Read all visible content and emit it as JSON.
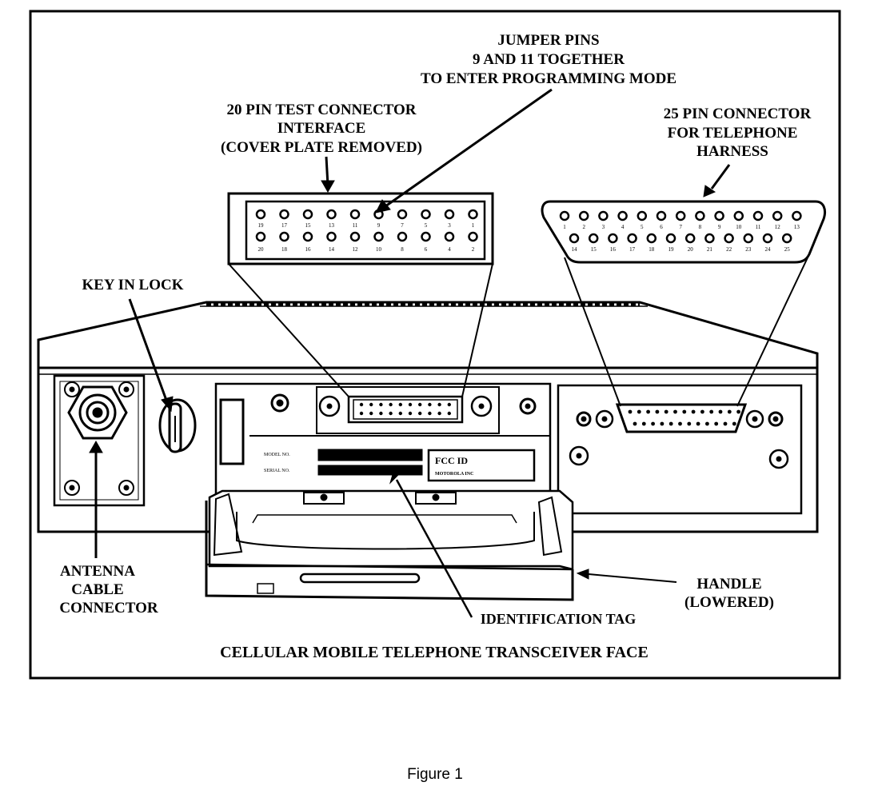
{
  "labels": {
    "jumper_line1": "JUMPER PINS",
    "jumper_line2": "9 AND 11 TOGETHER",
    "jumper_line3": "TO ENTER PROGRAMMING MODE",
    "test_conn_line1": "20 PIN TEST CONNECTOR",
    "test_conn_line2": "INTERFACE",
    "test_conn_line3": "(COVER PLATE REMOVED)",
    "pin25_line1": "25 PIN CONNECTOR",
    "pin25_line2": "FOR TELEPHONE",
    "pin25_line3": "HARNESS",
    "key_in_lock": "KEY IN LOCK",
    "antenna_line1": "ANTENNA",
    "antenna_line2": "CABLE",
    "antenna_line3": "CONNECTOR",
    "handle_line1": "HANDLE",
    "handle_line2": "(LOWERED)",
    "identification_tag": "IDENTIFICATION TAG",
    "diagram_title": "CELLULAR MOBILE TELEPHONE TRANSCEIVER FACE"
  },
  "id_plate": {
    "model_no": "MODEL NO.",
    "serial_no": "SERIAL NO.",
    "fcc_id": "FCC ID",
    "manufacturer": "MOTOROLA INC"
  },
  "pins20": {
    "top": [
      "19",
      "17",
      "15",
      "13",
      "11",
      "9",
      "7",
      "5",
      "3",
      "1"
    ],
    "bottom": [
      "20",
      "18",
      "16",
      "14",
      "12",
      "10",
      "8",
      "6",
      "4",
      "2"
    ]
  },
  "pins25": {
    "top": [
      "1",
      "2",
      "3",
      "4",
      "5",
      "6",
      "7",
      "8",
      "9",
      "10",
      "11",
      "12",
      "13"
    ],
    "bottom": [
      "14",
      "15",
      "16",
      "17",
      "18",
      "19",
      "20",
      "21",
      "22",
      "23",
      "24",
      "25"
    ]
  },
  "caption": "Figure 1"
}
